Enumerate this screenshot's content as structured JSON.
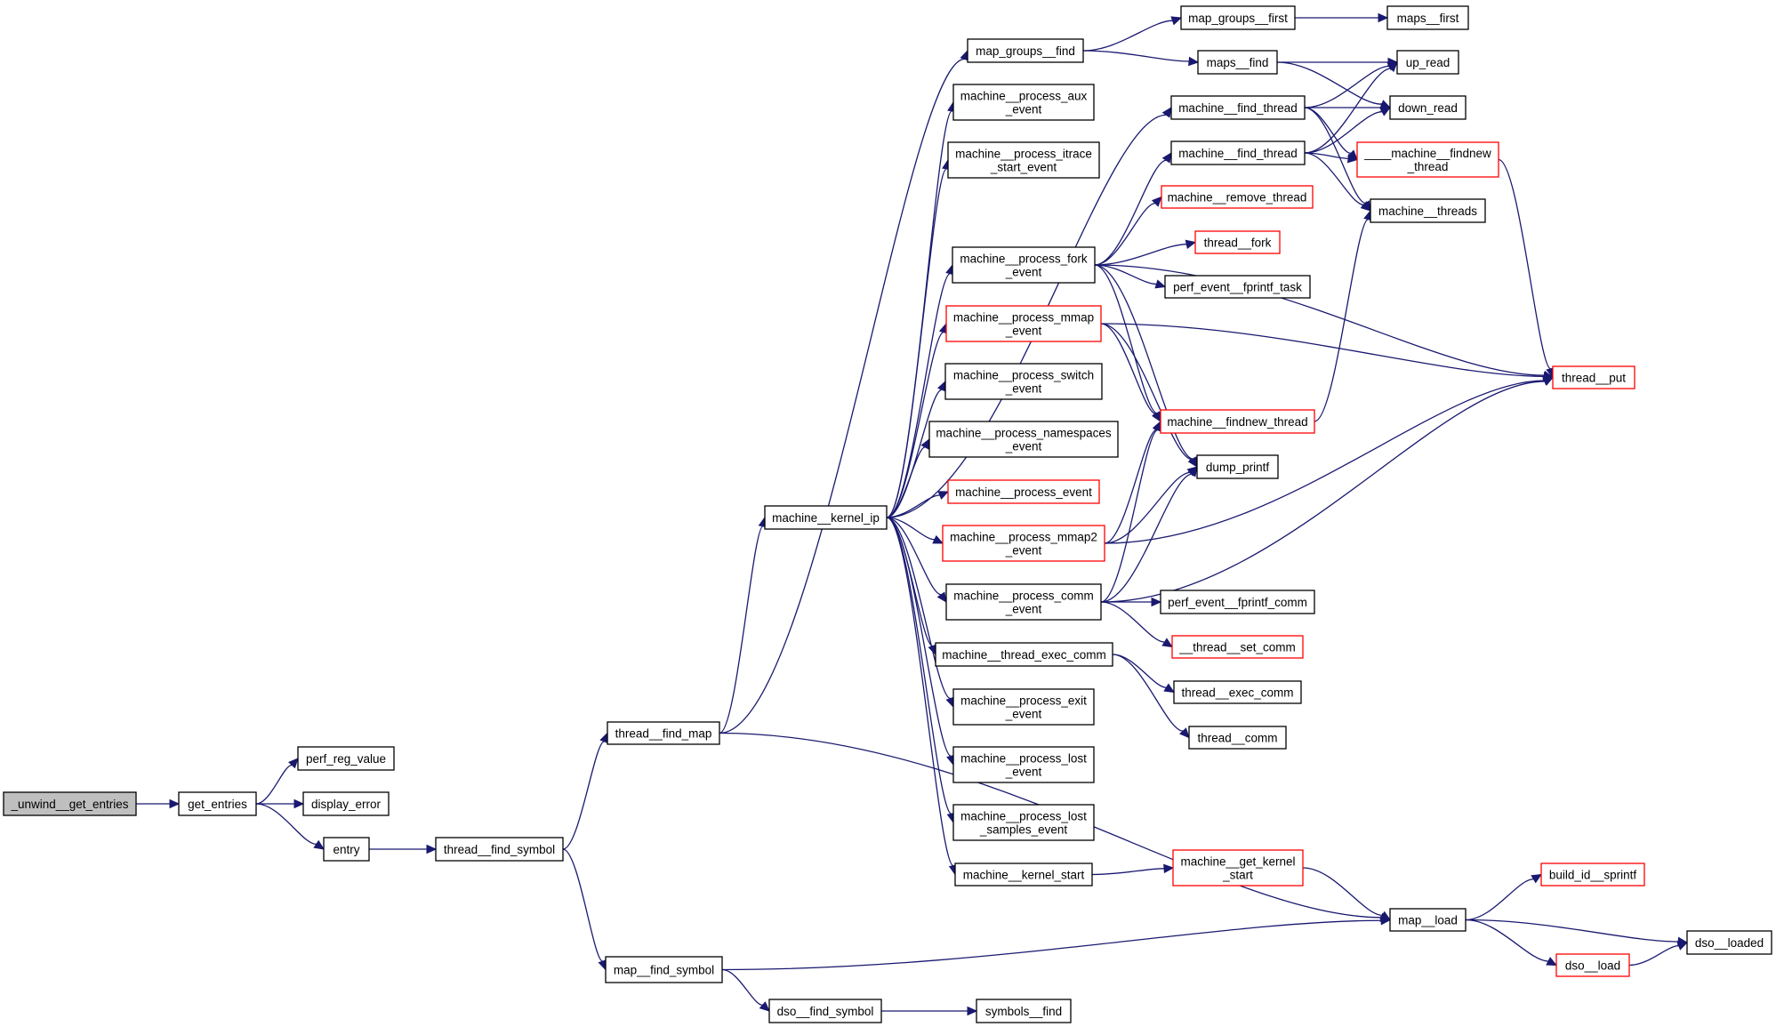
{
  "diagram": {
    "type": "call-graph",
    "root": "_unwind__get_entries",
    "colors": {
      "edge": "#191970",
      "root_fill": "#bfbfbf",
      "node_border": "#000000",
      "truncated_border": "#ff0000"
    },
    "nodes": [
      {
        "id": "unwind_get_entries",
        "lines": [
          "_unwind__get_entries"
        ],
        "root": true
      },
      {
        "id": "get_entries",
        "lines": [
          "get_entries"
        ]
      },
      {
        "id": "perf_reg_value",
        "lines": [
          "perf_reg_value"
        ]
      },
      {
        "id": "display_error",
        "lines": [
          "display_error"
        ]
      },
      {
        "id": "entry",
        "lines": [
          "entry"
        ]
      },
      {
        "id": "thread_find_symbol",
        "lines": [
          "thread__find_symbol"
        ]
      },
      {
        "id": "thread_find_map",
        "lines": [
          "thread__find_map"
        ]
      },
      {
        "id": "map_find_symbol",
        "lines": [
          "map__find_symbol"
        ]
      },
      {
        "id": "dso_find_symbol",
        "lines": [
          "dso__find_symbol"
        ]
      },
      {
        "id": "symbols_find",
        "lines": [
          "symbols__find"
        ]
      },
      {
        "id": "machine_kernel_ip",
        "lines": [
          "machine__kernel_ip"
        ]
      },
      {
        "id": "map_groups_find",
        "lines": [
          "map_groups__find"
        ]
      },
      {
        "id": "map_groups_first",
        "lines": [
          "map_groups__first"
        ]
      },
      {
        "id": "maps_first",
        "lines": [
          "maps__first"
        ]
      },
      {
        "id": "maps_find",
        "lines": [
          "maps__find"
        ]
      },
      {
        "id": "up_read",
        "lines": [
          "up_read"
        ]
      },
      {
        "id": "down_read",
        "lines": [
          "down_read"
        ]
      },
      {
        "id": "machine_find_thread_1",
        "lines": [
          "machine__find_thread"
        ]
      },
      {
        "id": "machine_find_thread_2",
        "lines": [
          "machine__find_thread"
        ]
      },
      {
        "id": "machine_findnew_thread_internal",
        "lines": [
          "____machine__findnew",
          "_thread"
        ],
        "truncated": true
      },
      {
        "id": "machine_threads",
        "lines": [
          "machine__threads"
        ]
      },
      {
        "id": "machine_process_aux_event",
        "lines": [
          "machine__process_aux",
          "_event"
        ]
      },
      {
        "id": "machine_process_itrace_start_event",
        "lines": [
          "machine__process_itrace",
          "_start_event"
        ]
      },
      {
        "id": "machine_remove_thread",
        "lines": [
          "machine__remove_thread"
        ],
        "truncated": true
      },
      {
        "id": "thread_fork",
        "lines": [
          "thread__fork"
        ],
        "truncated": true
      },
      {
        "id": "machine_process_fork_event",
        "lines": [
          "machine__process_fork",
          "_event"
        ]
      },
      {
        "id": "perf_event_fprintf_task",
        "lines": [
          "perf_event__fprintf_task"
        ]
      },
      {
        "id": "machine_process_mmap_event",
        "lines": [
          "machine__process_mmap",
          "_event"
        ],
        "truncated": true
      },
      {
        "id": "thread_put",
        "lines": [
          "thread__put"
        ],
        "truncated": true
      },
      {
        "id": "machine_process_switch_event",
        "lines": [
          "machine__process_switch",
          "_event"
        ]
      },
      {
        "id": "machine_process_namespaces_event",
        "lines": [
          "machine__process_namespaces",
          "_event"
        ]
      },
      {
        "id": "machine_findnew_thread",
        "lines": [
          "machine__findnew_thread"
        ],
        "truncated": true
      },
      {
        "id": "dump_printf",
        "lines": [
          "dump_printf"
        ]
      },
      {
        "id": "machine_process_event",
        "lines": [
          "machine__process_event"
        ],
        "truncated": true
      },
      {
        "id": "machine_process_mmap2_event",
        "lines": [
          "machine__process_mmap2",
          "_event"
        ],
        "truncated": true
      },
      {
        "id": "machine_process_comm_event",
        "lines": [
          "machine__process_comm",
          "_event"
        ]
      },
      {
        "id": "perf_event_fprintf_comm",
        "lines": [
          "perf_event__fprintf_comm"
        ]
      },
      {
        "id": "thread_set_comm",
        "lines": [
          "__thread__set_comm"
        ],
        "truncated": true
      },
      {
        "id": "machine_thread_exec_comm",
        "lines": [
          "machine__thread_exec_comm"
        ]
      },
      {
        "id": "thread_exec_comm",
        "lines": [
          "thread__exec_comm"
        ]
      },
      {
        "id": "thread_comm",
        "lines": [
          "thread__comm"
        ]
      },
      {
        "id": "machine_process_exit_event",
        "lines": [
          "machine__process_exit",
          "_event"
        ]
      },
      {
        "id": "machine_process_lost_event",
        "lines": [
          "machine__process_lost",
          "_event"
        ]
      },
      {
        "id": "machine_process_lost_samples_event",
        "lines": [
          "machine__process_lost",
          "_samples_event"
        ]
      },
      {
        "id": "machine_kernel_start",
        "lines": [
          "machine__kernel_start"
        ]
      },
      {
        "id": "machine_get_kernel_start",
        "lines": [
          "machine__get_kernel",
          "_start"
        ],
        "truncated": true
      },
      {
        "id": "map_load",
        "lines": [
          "map__load"
        ]
      },
      {
        "id": "build_id_sprintf",
        "lines": [
          "build_id__sprintf"
        ],
        "truncated": true
      },
      {
        "id": "dso_loaded",
        "lines": [
          "dso__loaded"
        ]
      },
      {
        "id": "dso_load",
        "lines": [
          "dso__load"
        ],
        "truncated": true
      }
    ],
    "edges": [
      [
        "unwind_get_entries",
        "get_entries"
      ],
      [
        "get_entries",
        "perf_reg_value"
      ],
      [
        "get_entries",
        "display_error"
      ],
      [
        "get_entries",
        "entry"
      ],
      [
        "entry",
        "thread_find_symbol"
      ],
      [
        "thread_find_symbol",
        "thread_find_map"
      ],
      [
        "thread_find_symbol",
        "map_find_symbol"
      ],
      [
        "thread_find_map",
        "map_groups_find"
      ],
      [
        "thread_find_map",
        "machine_kernel_ip"
      ],
      [
        "thread_find_map",
        "map_load"
      ],
      [
        "map_find_symbol",
        "map_load"
      ],
      [
        "map_find_symbol",
        "dso_find_symbol"
      ],
      [
        "dso_find_symbol",
        "symbols_find"
      ],
      [
        "map_groups_find",
        "map_groups_first"
      ],
      [
        "map_groups_find",
        "maps_find"
      ],
      [
        "map_groups_first",
        "maps_first"
      ],
      [
        "maps_find",
        "up_read"
      ],
      [
        "maps_find",
        "down_read"
      ],
      [
        "machine_kernel_ip",
        "machine_process_aux_event"
      ],
      [
        "machine_kernel_ip",
        "machine_process_itrace_start_event"
      ],
      [
        "machine_kernel_ip",
        "machine_find_thread_1"
      ],
      [
        "machine_kernel_ip",
        "machine_process_fork_event"
      ],
      [
        "machine_kernel_ip",
        "machine_process_mmap_event"
      ],
      [
        "machine_kernel_ip",
        "machine_process_switch_event"
      ],
      [
        "machine_kernel_ip",
        "machine_process_namespaces_event"
      ],
      [
        "machine_kernel_ip",
        "machine_process_event"
      ],
      [
        "machine_kernel_ip",
        "machine_process_mmap2_event"
      ],
      [
        "machine_kernel_ip",
        "machine_process_comm_event"
      ],
      [
        "machine_kernel_ip",
        "machine_thread_exec_comm"
      ],
      [
        "machine_kernel_ip",
        "machine_process_exit_event"
      ],
      [
        "machine_kernel_ip",
        "machine_process_lost_event"
      ],
      [
        "machine_kernel_ip",
        "machine_process_lost_samples_event"
      ],
      [
        "machine_kernel_ip",
        "machine_kernel_start"
      ],
      [
        "machine_find_thread_1",
        "up_read"
      ],
      [
        "machine_find_thread_1",
        "down_read"
      ],
      [
        "machine_find_thread_1",
        "machine_findnew_thread_internal"
      ],
      [
        "machine_find_thread_1",
        "machine_threads"
      ],
      [
        "machine_find_thread_2",
        "up_read"
      ],
      [
        "machine_find_thread_2",
        "down_read"
      ],
      [
        "machine_find_thread_2",
        "machine_findnew_thread_internal"
      ],
      [
        "machine_find_thread_2",
        "machine_threads"
      ],
      [
        "machine_findnew_thread_internal",
        "thread_put"
      ],
      [
        "machine_process_fork_event",
        "machine_find_thread_2"
      ],
      [
        "machine_process_fork_event",
        "machine_remove_thread"
      ],
      [
        "machine_process_fork_event",
        "thread_fork"
      ],
      [
        "machine_process_fork_event",
        "perf_event_fprintf_task"
      ],
      [
        "machine_process_fork_event",
        "thread_put"
      ],
      [
        "machine_process_fork_event",
        "machine_findnew_thread"
      ],
      [
        "machine_process_fork_event",
        "dump_printf"
      ],
      [
        "machine_process_mmap_event",
        "thread_put"
      ],
      [
        "machine_process_mmap_event",
        "machine_findnew_thread"
      ],
      [
        "machine_process_mmap_event",
        "dump_printf"
      ],
      [
        "machine_findnew_thread",
        "machine_threads"
      ],
      [
        "machine_process_mmap2_event",
        "machine_findnew_thread"
      ],
      [
        "machine_process_mmap2_event",
        "dump_printf"
      ],
      [
        "machine_process_mmap2_event",
        "thread_put"
      ],
      [
        "machine_process_comm_event",
        "machine_findnew_thread"
      ],
      [
        "machine_process_comm_event",
        "dump_printf"
      ],
      [
        "machine_process_comm_event",
        "thread_put"
      ],
      [
        "machine_process_comm_event",
        "perf_event_fprintf_comm"
      ],
      [
        "machine_process_comm_event",
        "thread_set_comm"
      ],
      [
        "machine_thread_exec_comm",
        "thread_exec_comm"
      ],
      [
        "machine_thread_exec_comm",
        "thread_comm"
      ],
      [
        "machine_kernel_start",
        "machine_get_kernel_start"
      ],
      [
        "machine_get_kernel_start",
        "map_load"
      ],
      [
        "map_load",
        "build_id_sprintf"
      ],
      [
        "map_load",
        "dso_loaded"
      ],
      [
        "map_load",
        "dso_load"
      ],
      [
        "dso_load",
        "dso_loaded"
      ]
    ]
  }
}
